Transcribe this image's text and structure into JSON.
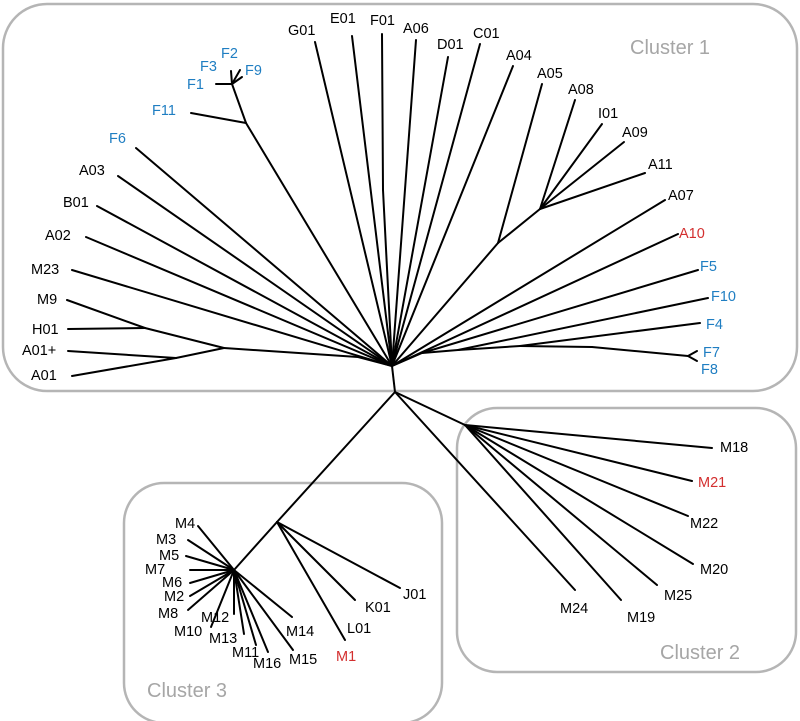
{
  "clusters": [
    {
      "label": "Cluster 1",
      "color": "#a6a6a6"
    },
    {
      "label": "Cluster 2",
      "color": "#a6a6a6"
    },
    {
      "label": "Cluster 3",
      "color": "#a6a6a6"
    }
  ],
  "colors": {
    "default": "#000000",
    "blue": "#1f7ec2",
    "red": "#d32f2f"
  },
  "leaves": [
    {
      "id": "G01",
      "label": "G01",
      "color": "default"
    },
    {
      "id": "E01",
      "label": "E01",
      "color": "default"
    },
    {
      "id": "F01",
      "label": "F01",
      "color": "default"
    },
    {
      "id": "A06",
      "label": "A06",
      "color": "default"
    },
    {
      "id": "D01",
      "label": "D01",
      "color": "default"
    },
    {
      "id": "C01",
      "label": "C01",
      "color": "default"
    },
    {
      "id": "A04",
      "label": "A04",
      "color": "default"
    },
    {
      "id": "A05",
      "label": "A05",
      "color": "default"
    },
    {
      "id": "A08",
      "label": "A08",
      "color": "default"
    },
    {
      "id": "I01",
      "label": "I01",
      "color": "default"
    },
    {
      "id": "A09",
      "label": "A09",
      "color": "default"
    },
    {
      "id": "A11",
      "label": "A11",
      "color": "default"
    },
    {
      "id": "A07",
      "label": "A07",
      "color": "default"
    },
    {
      "id": "A10",
      "label": "A10",
      "color": "red"
    },
    {
      "id": "F5",
      "label": "F5",
      "color": "blue"
    },
    {
      "id": "F10",
      "label": "F10",
      "color": "blue"
    },
    {
      "id": "F4",
      "label": "F4",
      "color": "blue"
    },
    {
      "id": "F7",
      "label": "F7",
      "color": "blue"
    },
    {
      "id": "F8",
      "label": "F8",
      "color": "blue"
    },
    {
      "id": "F2",
      "label": "F2",
      "color": "blue"
    },
    {
      "id": "F3",
      "label": "F3",
      "color": "blue"
    },
    {
      "id": "F9",
      "label": "F9",
      "color": "blue"
    },
    {
      "id": "F1",
      "label": "F1",
      "color": "blue"
    },
    {
      "id": "F11",
      "label": "F11",
      "color": "blue"
    },
    {
      "id": "F6",
      "label": "F6",
      "color": "blue"
    },
    {
      "id": "A03",
      "label": "A03",
      "color": "default"
    },
    {
      "id": "B01",
      "label": "B01",
      "color": "default"
    },
    {
      "id": "A02",
      "label": "A02",
      "color": "default"
    },
    {
      "id": "M23",
      "label": "M23",
      "color": "default"
    },
    {
      "id": "M9",
      "label": "M9",
      "color": "default"
    },
    {
      "id": "H01",
      "label": "H01",
      "color": "default"
    },
    {
      "id": "A01p",
      "label": "A01+",
      "color": "default"
    },
    {
      "id": "A01",
      "label": "A01",
      "color": "default"
    },
    {
      "id": "M18",
      "label": "M18",
      "color": "default"
    },
    {
      "id": "M21",
      "label": "M21",
      "color": "red"
    },
    {
      "id": "M22",
      "label": "M22",
      "color": "default"
    },
    {
      "id": "M20",
      "label": "M20",
      "color": "default"
    },
    {
      "id": "M25",
      "label": "M25",
      "color": "default"
    },
    {
      "id": "M19",
      "label": "M19",
      "color": "default"
    },
    {
      "id": "M24",
      "label": "M24",
      "color": "default"
    },
    {
      "id": "J01",
      "label": "J01",
      "color": "default"
    },
    {
      "id": "K01",
      "label": "K01",
      "color": "default"
    },
    {
      "id": "L01",
      "label": "L01",
      "color": "default"
    },
    {
      "id": "M1",
      "label": "M1",
      "color": "red"
    },
    {
      "id": "M14",
      "label": "M14",
      "color": "default"
    },
    {
      "id": "M15",
      "label": "M15",
      "color": "default"
    },
    {
      "id": "M16",
      "label": "M16",
      "color": "default"
    },
    {
      "id": "M11",
      "label": "M11",
      "color": "default"
    },
    {
      "id": "M13",
      "label": "M13",
      "color": "default"
    },
    {
      "id": "M12",
      "label": "M12",
      "color": "default"
    },
    {
      "id": "M10",
      "label": "M10",
      "color": "default"
    },
    {
      "id": "M8",
      "label": "M8",
      "color": "default"
    },
    {
      "id": "M2",
      "label": "M2",
      "color": "default"
    },
    {
      "id": "M6",
      "label": "M6",
      "color": "default"
    },
    {
      "id": "M7",
      "label": "M7",
      "color": "default"
    },
    {
      "id": "M5",
      "label": "M5",
      "color": "default"
    },
    {
      "id": "M3",
      "label": "M3",
      "color": "default"
    },
    {
      "id": "M4",
      "label": "M4",
      "color": "default"
    }
  ]
}
